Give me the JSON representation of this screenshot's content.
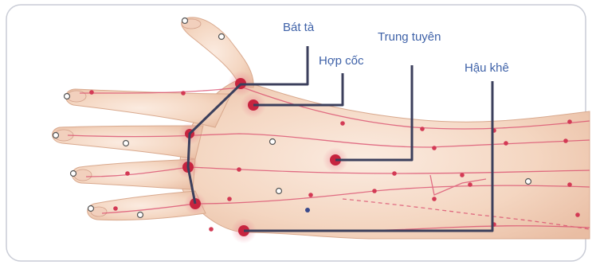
{
  "labels": {
    "bat_ta": "Bát tà",
    "hop_coc": "Hợp cốc",
    "trung_tuyen": "Trung tuyên",
    "hau_khe": "Hậu khê"
  },
  "colors": {
    "skin": "#f6dcc8",
    "meridian": "#d9476a",
    "acupoint": "#c7243f",
    "leader_line": "#3b3f5c",
    "label_text": "#3f62a8"
  }
}
